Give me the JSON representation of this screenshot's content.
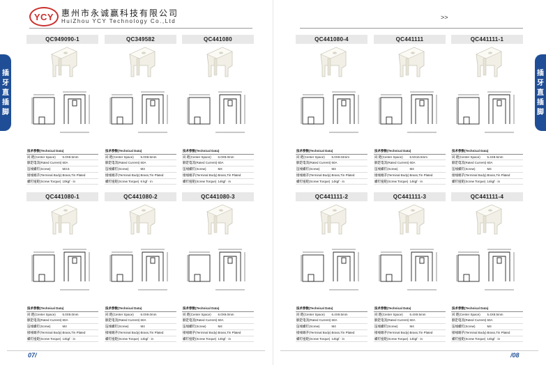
{
  "header": {
    "logo_text": "YCY",
    "company_cn": "惠州市永诚赢科技有限公司",
    "company_en": "HuiZhou YCY Technology Co.,Ltd",
    "next_mark": ">>"
  },
  "side_tab": {
    "chars": [
      "插",
      "牙",
      "直",
      "插",
      "脚"
    ]
  },
  "spec_labels": {
    "title": "技术参数(Technical Data)",
    "center_space": "间  距(Center Space)",
    "rated_current": "额定电流(Rated Current)",
    "screw": "压线螺钉(Screw)",
    "terminal_body": "接线端子(Terminal Body)",
    "screw_torque": "螺钉扭矩(Screw Torque)"
  },
  "products": [
    {
      "model": "QC949090-1",
      "center_space": "5.0X8.5mm",
      "rated_current": "60A",
      "screw": "M3.5",
      "terminal_body": "Brass,Tin Plated",
      "screw_torque": "10kgf · in"
    },
    {
      "model": "QC349582",
      "center_space": "5.0X8.5mm",
      "rated_current": "60A",
      "screw": "M3",
      "terminal_body": "Brass,Tin Plated",
      "screw_torque": "6 kgf · in"
    },
    {
      "model": "QC441080",
      "center_space": "6.0X9.0mm",
      "rated_current": "60A",
      "screw": "M4",
      "terminal_body": "Brass,Tin Plated",
      "screw_torque": "14kgf · in"
    },
    {
      "model": "QC441080-1",
      "center_space": "6.0X9.0mm",
      "rated_current": "60A",
      "screw": "M4",
      "terminal_body": "Brass,Tin Plated",
      "screw_torque": "14kgf · in"
    },
    {
      "model": "QC441080-2",
      "center_space": "6.0X9.0mm",
      "rated_current": "60A",
      "screw": "M4",
      "terminal_body": "Brass,Tin Plated",
      "screw_torque": "14kgf · in"
    },
    {
      "model": "QC441080-3",
      "center_space": "6.0X9.0mm",
      "rated_current": "60A",
      "screw": "M4",
      "terminal_body": "Brass,Tin Plated",
      "screw_torque": "14kgf · in"
    },
    {
      "model": "QC441080-4",
      "center_space": "6.0X9.04mm",
      "rated_current": "60A",
      "screw": "M4",
      "terminal_body": "Brass,Tin Plated",
      "screw_torque": "14kgf · in"
    },
    {
      "model": "QC441111",
      "center_space": "6.5X16.5mm",
      "rated_current": "60A",
      "screw": "M4",
      "terminal_body": "Brass,Tin Plated",
      "screw_torque": "14kgf · in"
    },
    {
      "model": "QC441111-1",
      "center_space": "5.4X8.5mm",
      "rated_current": "60A",
      "screw": "M4",
      "terminal_body": "Brass,Tin Plated",
      "screw_torque": "14kgf · in"
    },
    {
      "model": "QC441111-2",
      "center_space": "6.4X9.5mm",
      "rated_current": "60A",
      "screw": "M4",
      "terminal_body": "Brass,Tin Plated",
      "screw_torque": "14kgf · in"
    },
    {
      "model": "QC441111-3",
      "center_space": "6.4X9.5mm",
      "rated_current": "60A",
      "screw": "M4",
      "terminal_body": "Brass,Tin Plated",
      "screw_torque": "14kgf · in"
    },
    {
      "model": "QC441111-4",
      "center_space": "5.4X8.5mm",
      "rated_current": "60A",
      "screw": "M4",
      "terminal_body": "Brass,Tin Plated",
      "screw_torque": "14kgf · in"
    }
  ],
  "page": {
    "left": "07/",
    "right": "/08"
  }
}
